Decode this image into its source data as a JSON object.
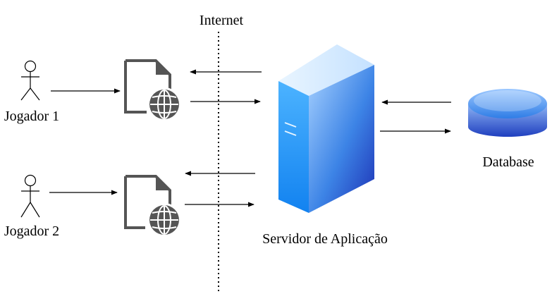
{
  "labels": {
    "internet": "Internet",
    "player1": "Jogador 1",
    "player2": "Jogador 2",
    "server": "Servidor de Aplicação",
    "database": "Database"
  },
  "icons": {
    "actor": "person-icon",
    "web_page": "web-page-icon",
    "globe": "globe-icon",
    "server": "server-icon",
    "database": "database-icon"
  },
  "colors": {
    "line": "#000000",
    "doc": "#555555",
    "server_light": "#99c8ff",
    "server_mid": "#2f8dee",
    "server_dark": "#1f3cbf",
    "db_light": "#cfe6ff",
    "db_mid": "#5d92ea",
    "db_dark": "#1f3fbf"
  }
}
